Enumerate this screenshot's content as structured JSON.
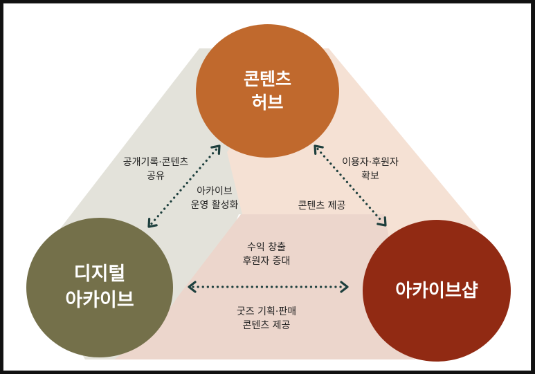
{
  "nodes": {
    "hub": {
      "line1": "콘텐츠",
      "line2": "허브",
      "color": "#c0692d"
    },
    "archive": {
      "line1": "디지털",
      "line2": "아카이브",
      "color": "#74704a"
    },
    "shop": {
      "line1": "아카이브샵",
      "color": "#912a13"
    }
  },
  "edges": {
    "archive_hub": {
      "outer_line1": "공개기록·콘텐츠",
      "outer_line2": "공유",
      "inner_line1": "아카이브",
      "inner_line2": "운영 활성화"
    },
    "hub_shop": {
      "outer_line1": "이용자·후원자",
      "outer_line2": "확보",
      "inner_line1": "콘텐츠 제공"
    },
    "archive_shop": {
      "top_line1": "수익 창출",
      "top_line2": "후원자 증대",
      "bottom_line1": "굿즈 기획·판매",
      "bottom_line2": "콘텐츠 제공"
    }
  },
  "colors": {
    "band_left": "#e3e2da",
    "band_right": "#f5e1d4",
    "band_bottom": "#ecd6cc",
    "arrow": "#1d3f3d",
    "frame": "#111111"
  }
}
